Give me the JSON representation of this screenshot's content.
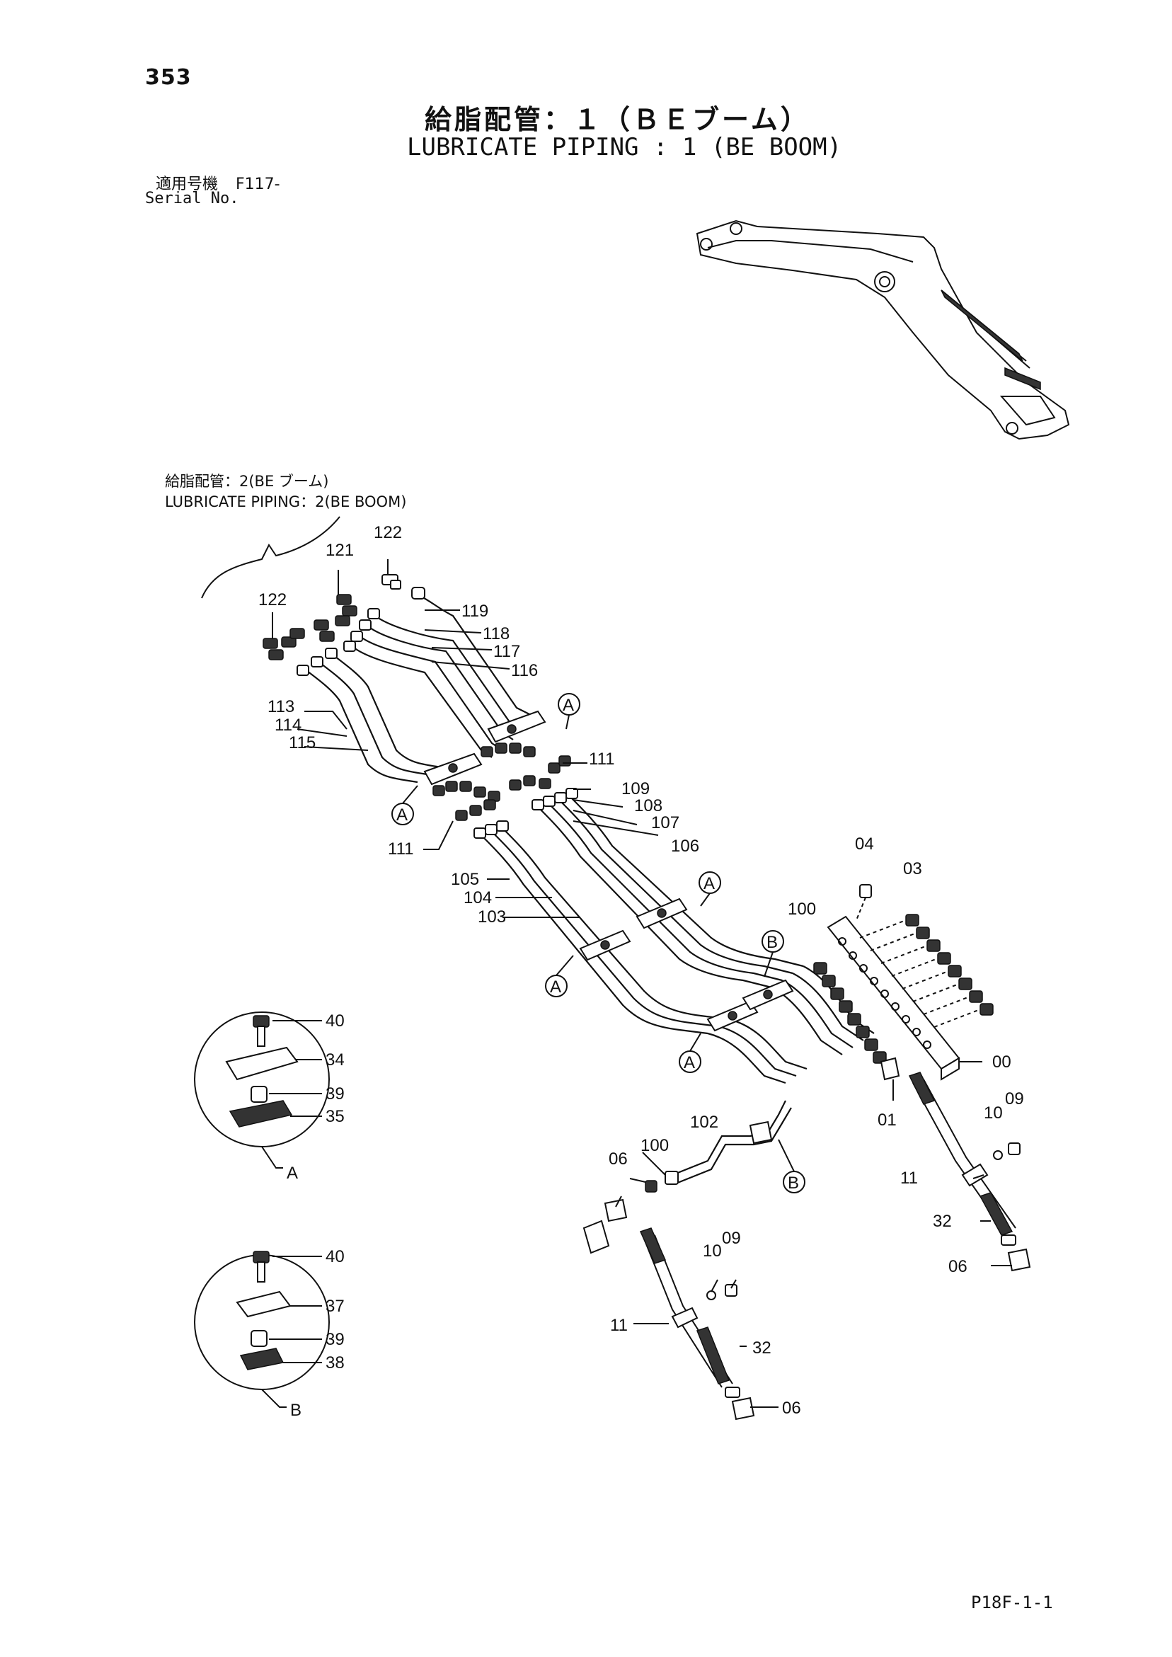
{
  "page_number": "353",
  "title_jp": "給脂配管：１（ＢＥブーム）",
  "title_en": "LUBRICATE PIPING : 1 (BE BOOM)",
  "serial_label_jp": "適用号機",
  "serial_value": "F117-",
  "serial_label_en": "Serial No.",
  "ref_jp": "給脂配管：2(BE ブーム)",
  "ref_en": "LUBRICATE PIPING：2(BE BOOM)",
  "footer_code": "P18F-1-1",
  "callouts": {
    "A": "A",
    "B": "B"
  },
  "part_labels": {
    "p122a": "122",
    "p121": "121",
    "p122b": "122",
    "p119": "119",
    "p118": "118",
    "p117": "117",
    "p116": "116",
    "p113": "113",
    "p114": "114",
    "p115": "115",
    "p111a": "111",
    "p111b": "111",
    "p109": "109",
    "p108": "108",
    "p107": "107",
    "p106": "106",
    "p105": "105",
    "p104": "104",
    "p103": "103",
    "p04": "04",
    "p03": "03",
    "p100a": "100",
    "p00": "00",
    "p01": "01",
    "p10a": "10",
    "p09a": "09",
    "p11a": "11",
    "p32a": "32",
    "p06a": "06",
    "p102": "102",
    "p100b": "100",
    "p06b": "06",
    "p10b": "10",
    "p09b": "09",
    "p11b": "11",
    "p32b": "32",
    "p06c": "06",
    "dA40": "40",
    "dA34": "34",
    "dA39": "39",
    "dA35": "35",
    "dB40": "40",
    "dB37": "37",
    "dB39": "39",
    "dB38": "38"
  }
}
